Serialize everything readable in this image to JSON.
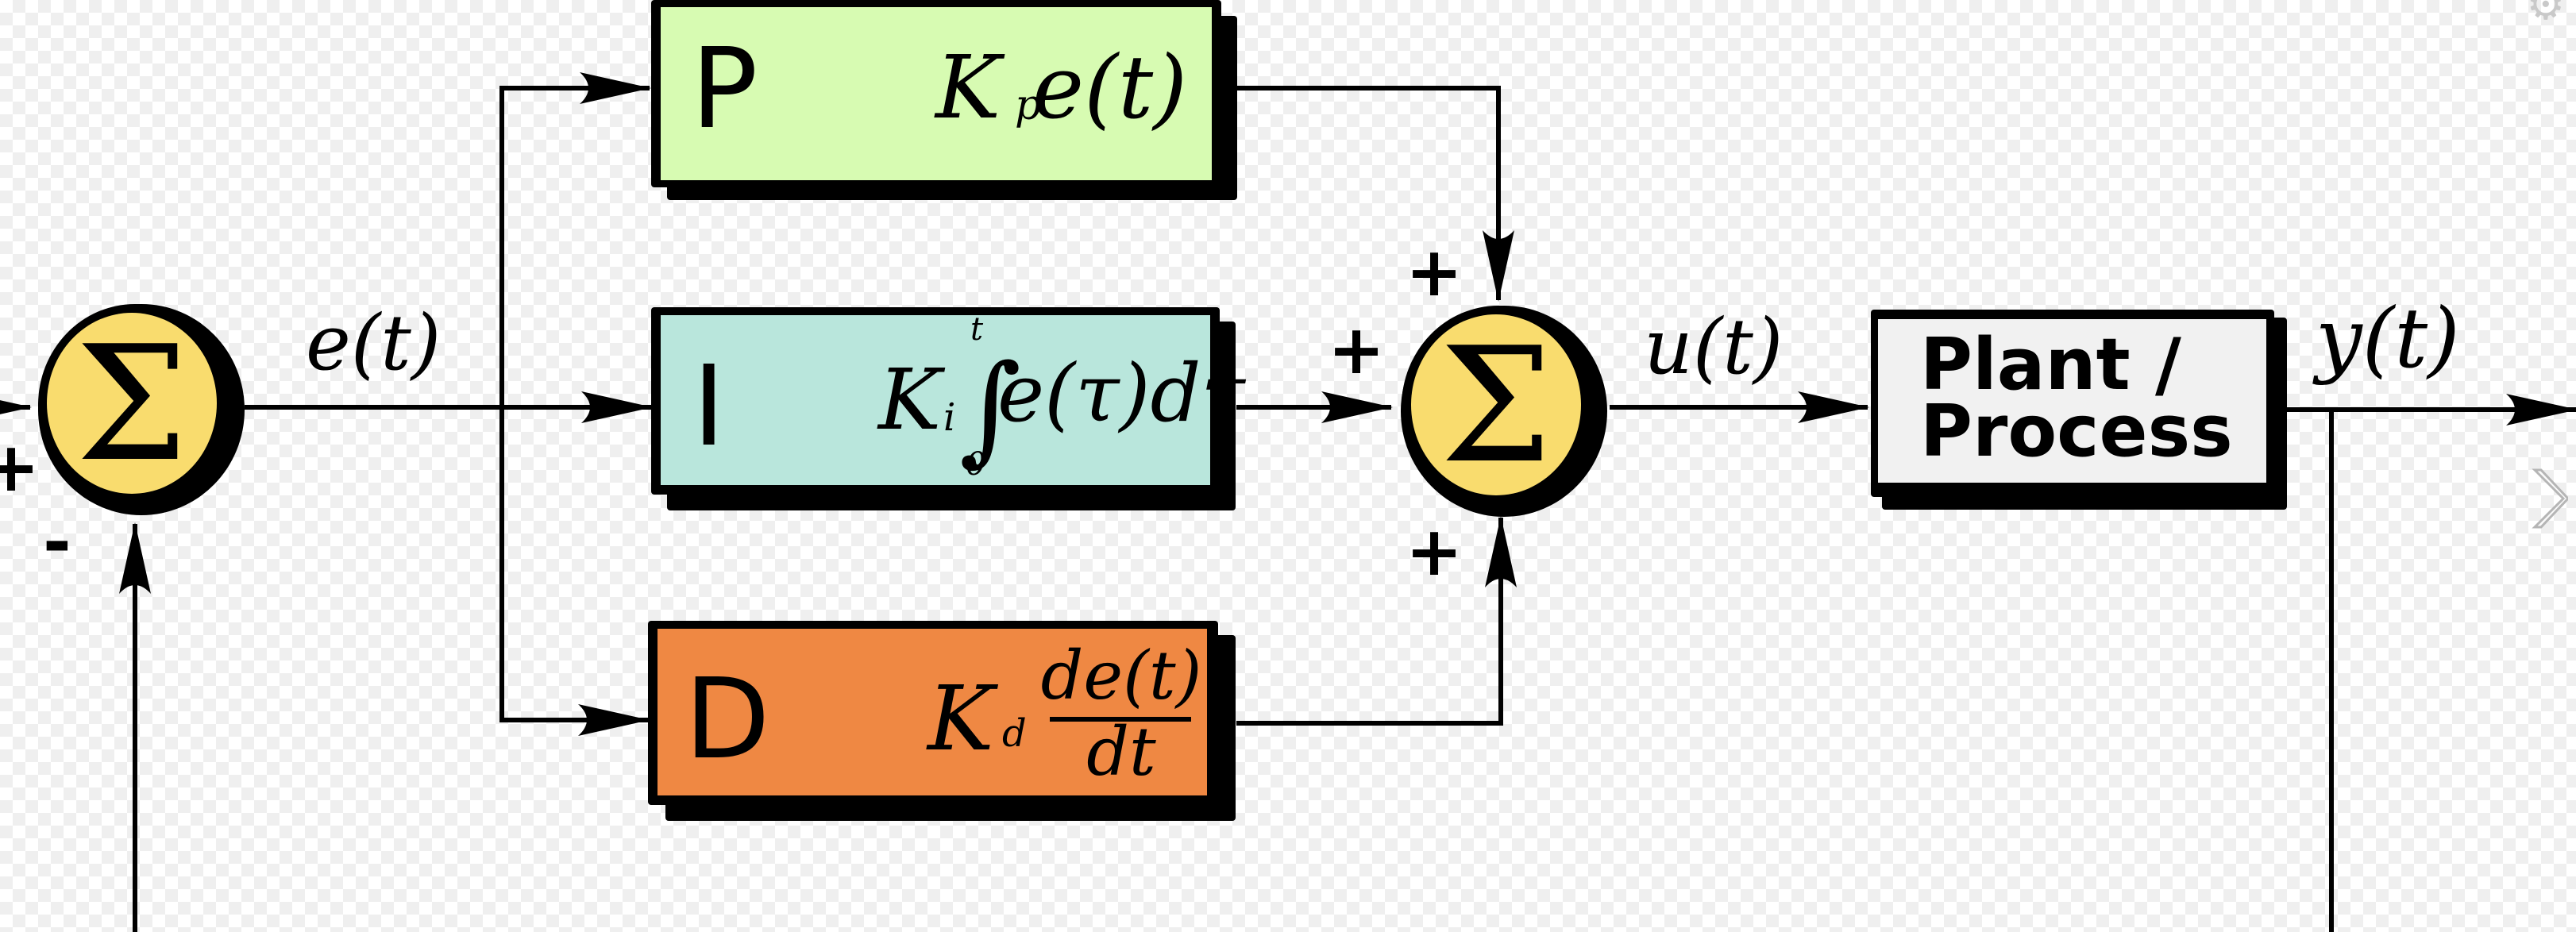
{
  "diagram": {
    "title": "PID controller block diagram",
    "colors": {
      "sum_fill": "#f9dc6e",
      "p_fill": "#d7fbb2",
      "i_fill": "#b9e6dc",
      "d_fill": "#ef8843",
      "plant_fill": "#f1f1f1",
      "stroke": "#000000",
      "shadow": "#000000"
    },
    "nodes": {
      "setpoint_sum": {
        "symbol": "Σ",
        "input_signs": [
          "+",
          "-"
        ]
      },
      "controller_sum": {
        "symbol": "Σ",
        "input_signs": [
          "+",
          "+",
          "+"
        ]
      },
      "p_block": {
        "letter": "P",
        "formula": {
          "gain": "K",
          "sub": "p",
          "expr": "e(t)"
        }
      },
      "i_block": {
        "letter": "I",
        "formula": {
          "gain": "K",
          "sub": "i",
          "integral": "∫",
          "upper": "t",
          "lower": "0",
          "expr": "e(τ)dτ"
        }
      },
      "d_block": {
        "letter": "D",
        "formula": {
          "gain": "K",
          "sub": "d",
          "numerator": "de(t)",
          "denominator": "dt"
        }
      },
      "plant": {
        "line1": "Plant /",
        "line2": "Process"
      }
    },
    "signals": {
      "error": "e(t)",
      "control": "u(t)",
      "output": "y(t)"
    }
  },
  "ui": {
    "settings_icon": "gear-icon",
    "next_icon": "chevron-right-icon"
  }
}
